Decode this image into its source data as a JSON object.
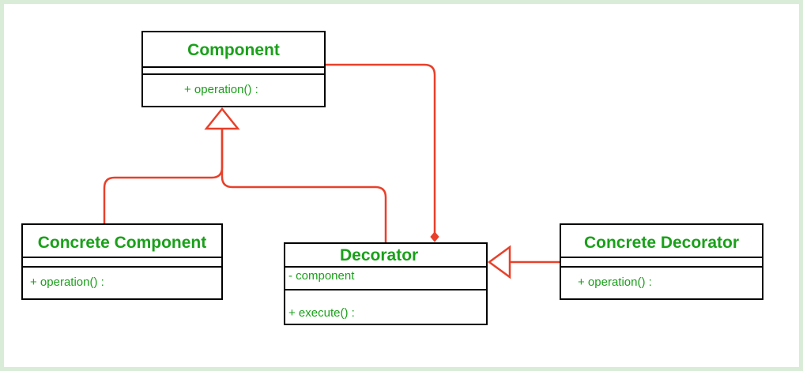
{
  "diagram": {
    "classes": {
      "component": {
        "name": "Component",
        "operations": [
          "+ operation() :"
        ]
      },
      "concrete_component": {
        "name": "Concrete Component",
        "operations": [
          "+ operation() :"
        ]
      },
      "decorator": {
        "name": "Decorator",
        "attributes": [
          "- component"
        ],
        "operations": [
          "+ execute() :"
        ]
      },
      "concrete_decorator": {
        "name": "Concrete Decorator",
        "operations": [
          "+ operation() :"
        ]
      }
    },
    "relations": [
      {
        "type": "generalization",
        "from": "Concrete Component",
        "to": "Component"
      },
      {
        "type": "generalization",
        "from": "Decorator",
        "to": "Component"
      },
      {
        "type": "aggregation",
        "from": "Component",
        "to": "Decorator"
      },
      {
        "type": "generalization",
        "from": "Concrete Decorator",
        "to": "Decorator"
      }
    ],
    "colors": {
      "class_text": "#1aa01a",
      "border": "#000000",
      "connector": "#e8402a",
      "frame": "#d8ecd8"
    }
  }
}
